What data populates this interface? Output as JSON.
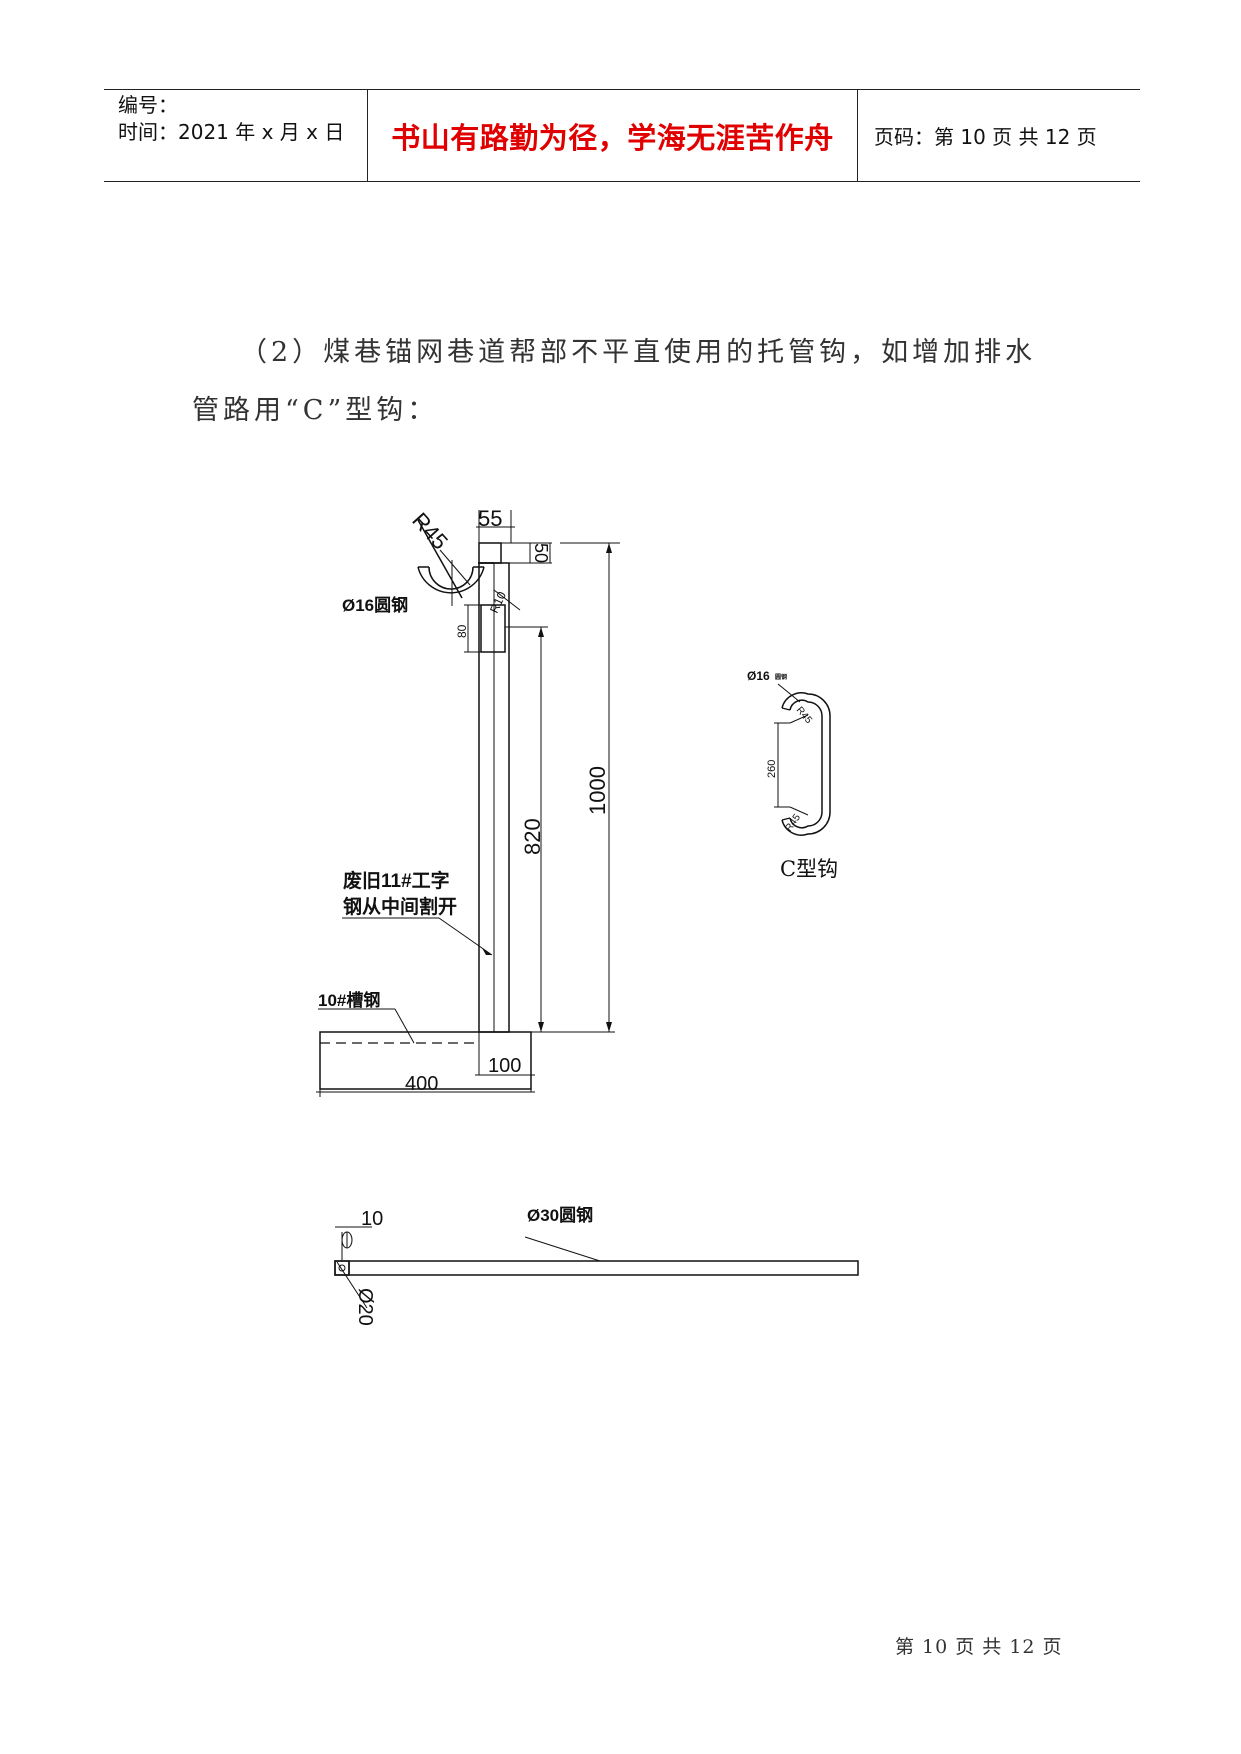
{
  "header": {
    "number_label": "编号：",
    "time_label": "时间：2021 年 x 月 x 日",
    "motto": "书山有路勤为径，学海无涯苦作舟",
    "page_code": "页码：第 10 页  共 12 页"
  },
  "body": {
    "para_line1": "（2）煤巷锚网巷道帮部不平直使用的托管钩，如增加排水",
    "para_line2": "管路用“C”型钩："
  },
  "drawing": {
    "dim_55": "55",
    "dim_r45": "R45",
    "dim_50": "50",
    "dim_r10": "R10",
    "label_phi16": "Ø16圆钢",
    "dim_80": "80",
    "dim_1000": "1000",
    "dim_820": "820",
    "label_ibeam_1": "废旧11#工字",
    "label_ibeam_2": "钢从中间割开",
    "label_channel": "10#槽钢",
    "dim_100": "100",
    "dim_400": "400",
    "c_label_phi16": "Ø16",
    "c_tiny": "圆钢",
    "c_r45_top": "R45",
    "c_260": "260",
    "c_r45_bottom": "R45",
    "c_title": "C型钩",
    "dim_10": "10",
    "label_phi30": "Ø30圆钢",
    "dim_phi20": "Ø20"
  },
  "footer": {
    "page": "第 10 页 共 12 页"
  }
}
